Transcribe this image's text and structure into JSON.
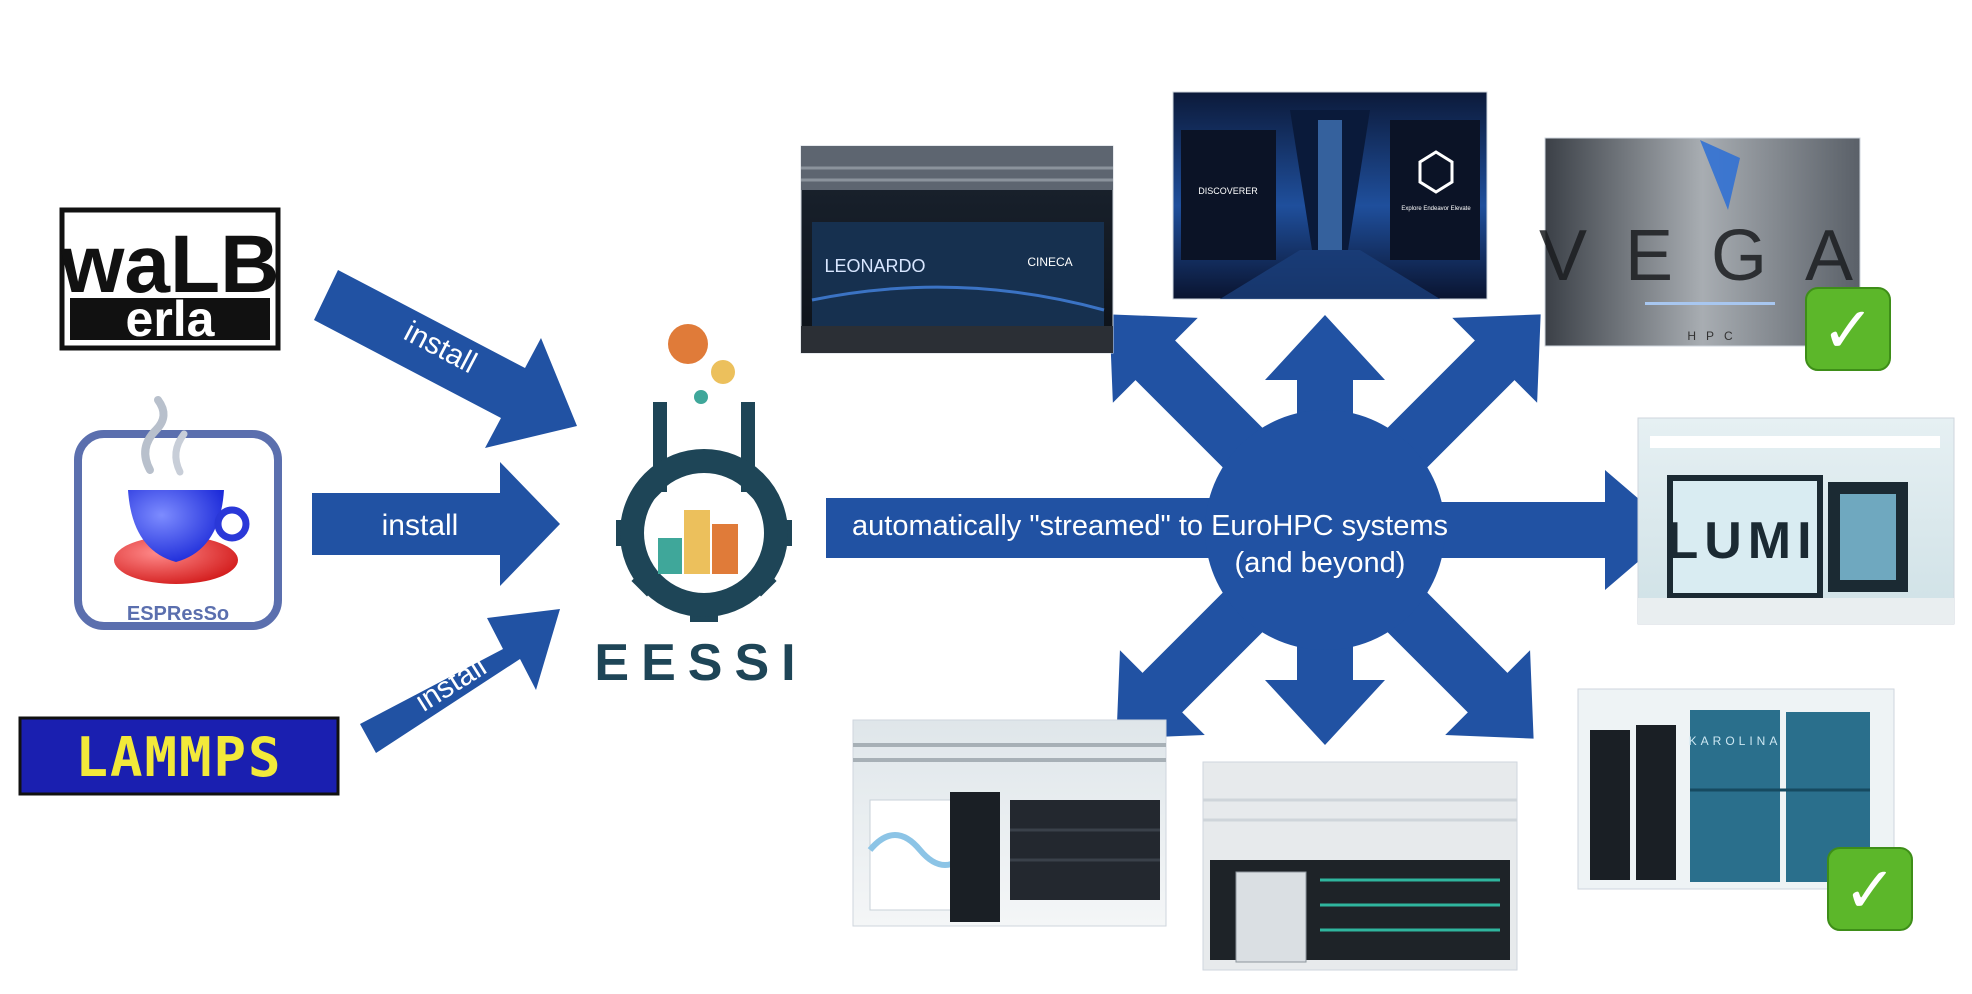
{
  "sources": {
    "walberla": {
      "line1": "waLB",
      "line2": "erla"
    },
    "espresso": {
      "name": "ESPResSo"
    },
    "lammps": {
      "name": "LAMMPS"
    }
  },
  "install_label": "install",
  "eessi": {
    "name": "EESSI"
  },
  "stream": {
    "line1": "automatically \"streamed\" to EuroHPC systems",
    "line2": "(and beyond)"
  },
  "systems": [
    {
      "name": "LEONARDO",
      "tag": "CINECA",
      "verified": false
    },
    {
      "name": "DISCOVERER",
      "tag": "Explore Endeavor Elevate",
      "verified": false
    },
    {
      "name": "VEGA",
      "tag": "HPC",
      "verified": true
    },
    {
      "name": "LUMI",
      "verified": false
    },
    {
      "name": "KAROLINA",
      "verified": true
    },
    {
      "name": "",
      "verified": false
    },
    {
      "name": "",
      "verified": false
    }
  ],
  "verified_mark": "✓",
  "colors": {
    "arrow_blue": "#2152a3",
    "eessi_teal": "#1e4557",
    "eessi_orange": "#e07b39",
    "eessi_yellow": "#ecc05c",
    "eessi_green": "#3fa79a",
    "check_green": "#5cb72a"
  }
}
